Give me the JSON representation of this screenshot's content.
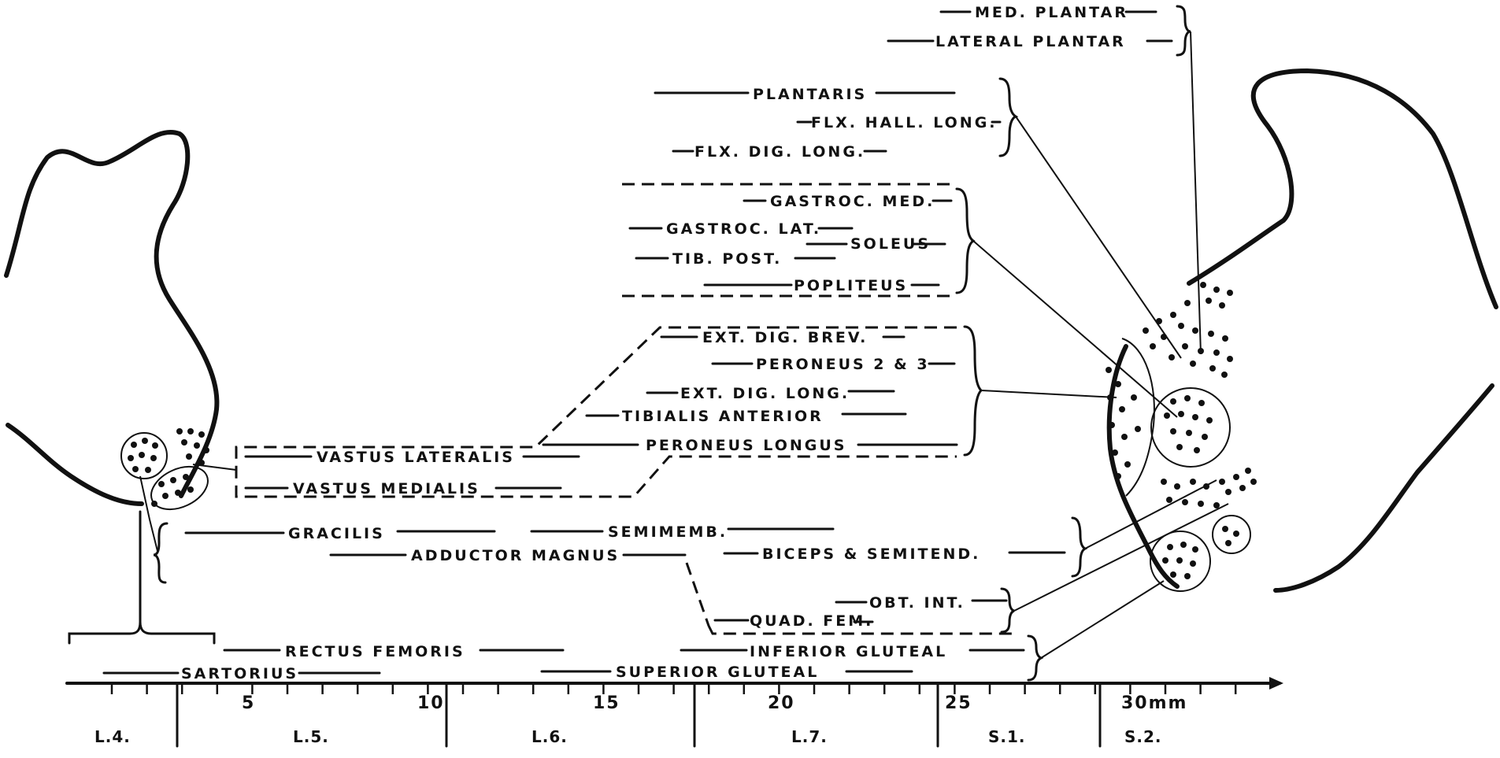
{
  "muscles": {
    "med_plantar": "MED. PLANTAR",
    "lateral_plantar": "LATERAL PLANTAR",
    "plantaris": "PLANTARIS",
    "flx_hall_long": "FLX. HALL. LONG.",
    "flx_dig_long": "FLX. DIG. LONG.",
    "gastroc_med": "GASTROC. MED.",
    "gastroc_lat": "GASTROC. LAT.",
    "soleus": "SOLEUS",
    "tib_post": "TIB. POST.",
    "popliteus": "POPLITEUS",
    "ext_dig_brev": "EXT. DIG. BREV.",
    "peroneus_2_3": "PERONEUS 2 & 3",
    "ext_dig_long": "EXT. DIG. LONG.",
    "tibialis_anterior": "TIBIALIS ANTERIOR",
    "peroneus_longus": "PERONEUS LONGUS",
    "vastus_lateralis": "VASTUS LATERALIS",
    "vastus_medialis": "VASTUS MEDIALIS",
    "gracilis": "GRACILIS",
    "semimemb": "SEMIMEMB.",
    "adductor_magnus": "ADDUCTOR MAGNUS",
    "biceps_semitend": "BICEPS & SEMITEND.",
    "obt_int": "OBT. INT.",
    "quad_fem": "QUAD. FEM.",
    "rectus_femoris": "RECTUS FEMORIS",
    "inferior_gluteal": "INFERIOR GLUTEAL",
    "sartorius": "SARTORIUS",
    "superior_gluteal": "SUPERIOR GLUTEAL"
  },
  "axis": {
    "ticks": [
      "5",
      "10",
      "15",
      "20",
      "25",
      "30mm"
    ],
    "segments": [
      "L.4.",
      "L.5.",
      "L.6.",
      "L.7.",
      "S.1.",
      "S.2."
    ]
  }
}
